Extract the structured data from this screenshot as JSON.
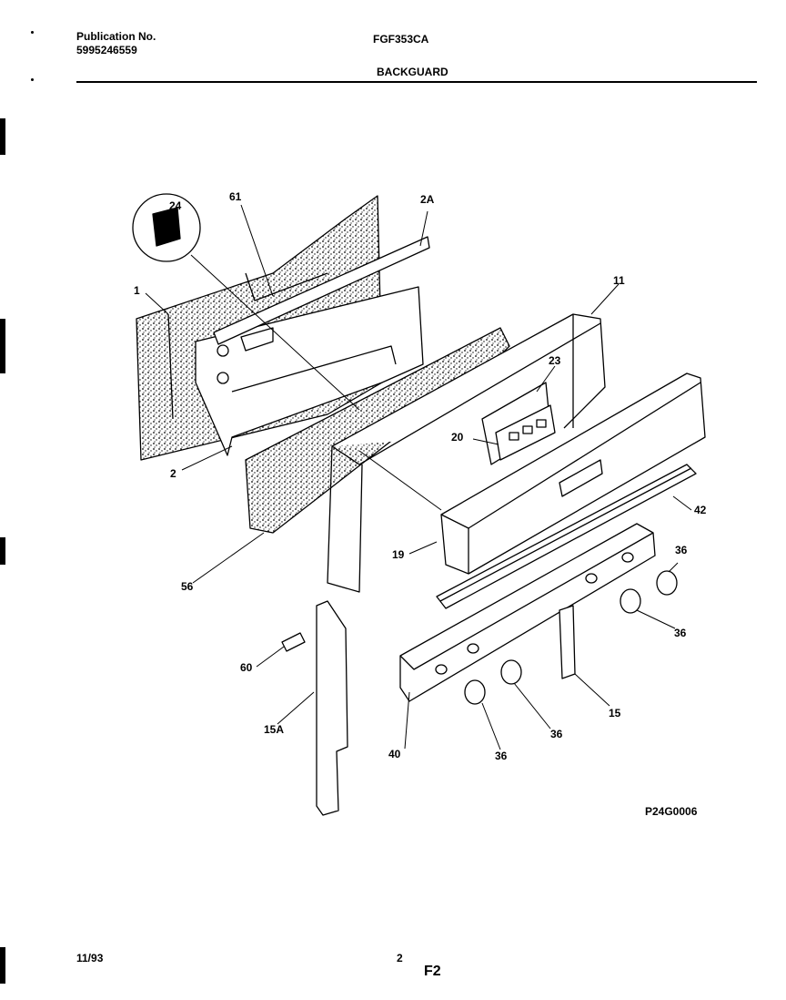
{
  "header": {
    "publication_label": "Publication No.",
    "publication_number": "5995246559",
    "model": "FGF353CA",
    "section": "BACKGUARD"
  },
  "diagram": {
    "callouts": {
      "c1": "1",
      "c2": "2",
      "c2a": "2A",
      "c11": "11",
      "c15": "15",
      "c15a": "15A",
      "c19": "19",
      "c20": "20",
      "c23": "23",
      "c24": "24",
      "c36a": "36",
      "c36b": "36",
      "c36c": "36",
      "c36d": "36",
      "c40": "40",
      "c42": "42",
      "c56": "56",
      "c60": "60",
      "c61": "61"
    },
    "figure_code": "P24G0006"
  },
  "footer": {
    "date": "11/93",
    "page_number": "2",
    "page_code": "F2"
  }
}
